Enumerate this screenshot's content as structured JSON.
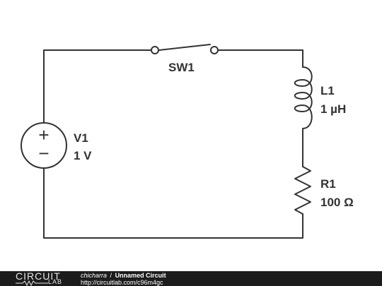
{
  "components": {
    "switch": {
      "name": "SW1"
    },
    "inductor": {
      "name": "L1",
      "value": "1 µH"
    },
    "resistor": {
      "name": "R1",
      "value": "100 Ω"
    },
    "source": {
      "name": "V1",
      "value": "1 V",
      "plus": "+",
      "minus": "−"
    }
  },
  "footer": {
    "logo_top": "CIRCUIT",
    "logo_bottom": "LAB",
    "user": "chicharra",
    "separator": "/",
    "title": "Unnamed Circuit",
    "url": "http://circuitlab.com/c96m4gc"
  },
  "colors": {
    "wire": "#333333",
    "footer_bg": "#1c1c1c"
  }
}
